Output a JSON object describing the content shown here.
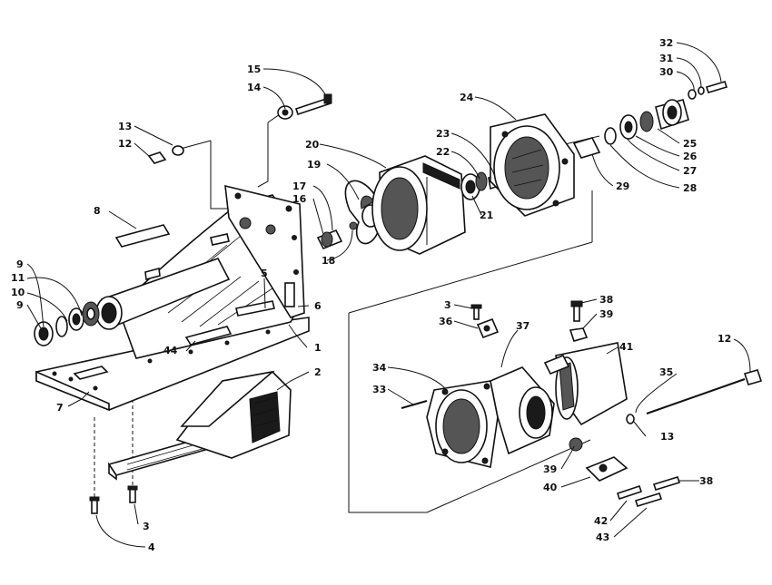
{
  "callouts": [
    {
      "id": "c1",
      "text": "1"
    },
    {
      "id": "c2",
      "text": "2"
    },
    {
      "id": "c3a",
      "text": "3"
    },
    {
      "id": "c3b",
      "text": "3"
    },
    {
      "id": "c4",
      "text": "4"
    },
    {
      "id": "c5",
      "text": "5"
    },
    {
      "id": "c6",
      "text": "6"
    },
    {
      "id": "c7",
      "text": "7"
    },
    {
      "id": "c8",
      "text": "8"
    },
    {
      "id": "c9a",
      "text": "9"
    },
    {
      "id": "c9b",
      "text": "9"
    },
    {
      "id": "c10",
      "text": "10"
    },
    {
      "id": "c11",
      "text": "11"
    },
    {
      "id": "c12a",
      "text": "12"
    },
    {
      "id": "c12b",
      "text": "12"
    },
    {
      "id": "c13a",
      "text": "13"
    },
    {
      "id": "c13b",
      "text": "13"
    },
    {
      "id": "c14",
      "text": "14"
    },
    {
      "id": "c15",
      "text": "15"
    },
    {
      "id": "c16",
      "text": "16"
    },
    {
      "id": "c17",
      "text": "17"
    },
    {
      "id": "c18",
      "text": "18"
    },
    {
      "id": "c19",
      "text": "19"
    },
    {
      "id": "c20",
      "text": "20"
    },
    {
      "id": "c21",
      "text": "21"
    },
    {
      "id": "c22",
      "text": "22"
    },
    {
      "id": "c23",
      "text": "23"
    },
    {
      "id": "c24",
      "text": "24"
    },
    {
      "id": "c25",
      "text": "25"
    },
    {
      "id": "c26",
      "text": "26"
    },
    {
      "id": "c27",
      "text": "27"
    },
    {
      "id": "c28",
      "text": "28"
    },
    {
      "id": "c29",
      "text": "29"
    },
    {
      "id": "c30",
      "text": "30"
    },
    {
      "id": "c31",
      "text": "31"
    },
    {
      "id": "c32",
      "text": "32"
    },
    {
      "id": "c33",
      "text": "33"
    },
    {
      "id": "c34",
      "text": "34"
    },
    {
      "id": "c35",
      "text": "35"
    },
    {
      "id": "c36",
      "text": "36"
    },
    {
      "id": "c37",
      "text": "37"
    },
    {
      "id": "c38a",
      "text": "38"
    },
    {
      "id": "c38b",
      "text": "38"
    },
    {
      "id": "c39a",
      "text": "39"
    },
    {
      "id": "c39b",
      "text": "39"
    },
    {
      "id": "c40",
      "text": "40"
    },
    {
      "id": "c41",
      "text": "41"
    },
    {
      "id": "c42",
      "text": "42"
    },
    {
      "id": "c43",
      "text": "43"
    },
    {
      "id": "c44",
      "text": "44"
    }
  ]
}
